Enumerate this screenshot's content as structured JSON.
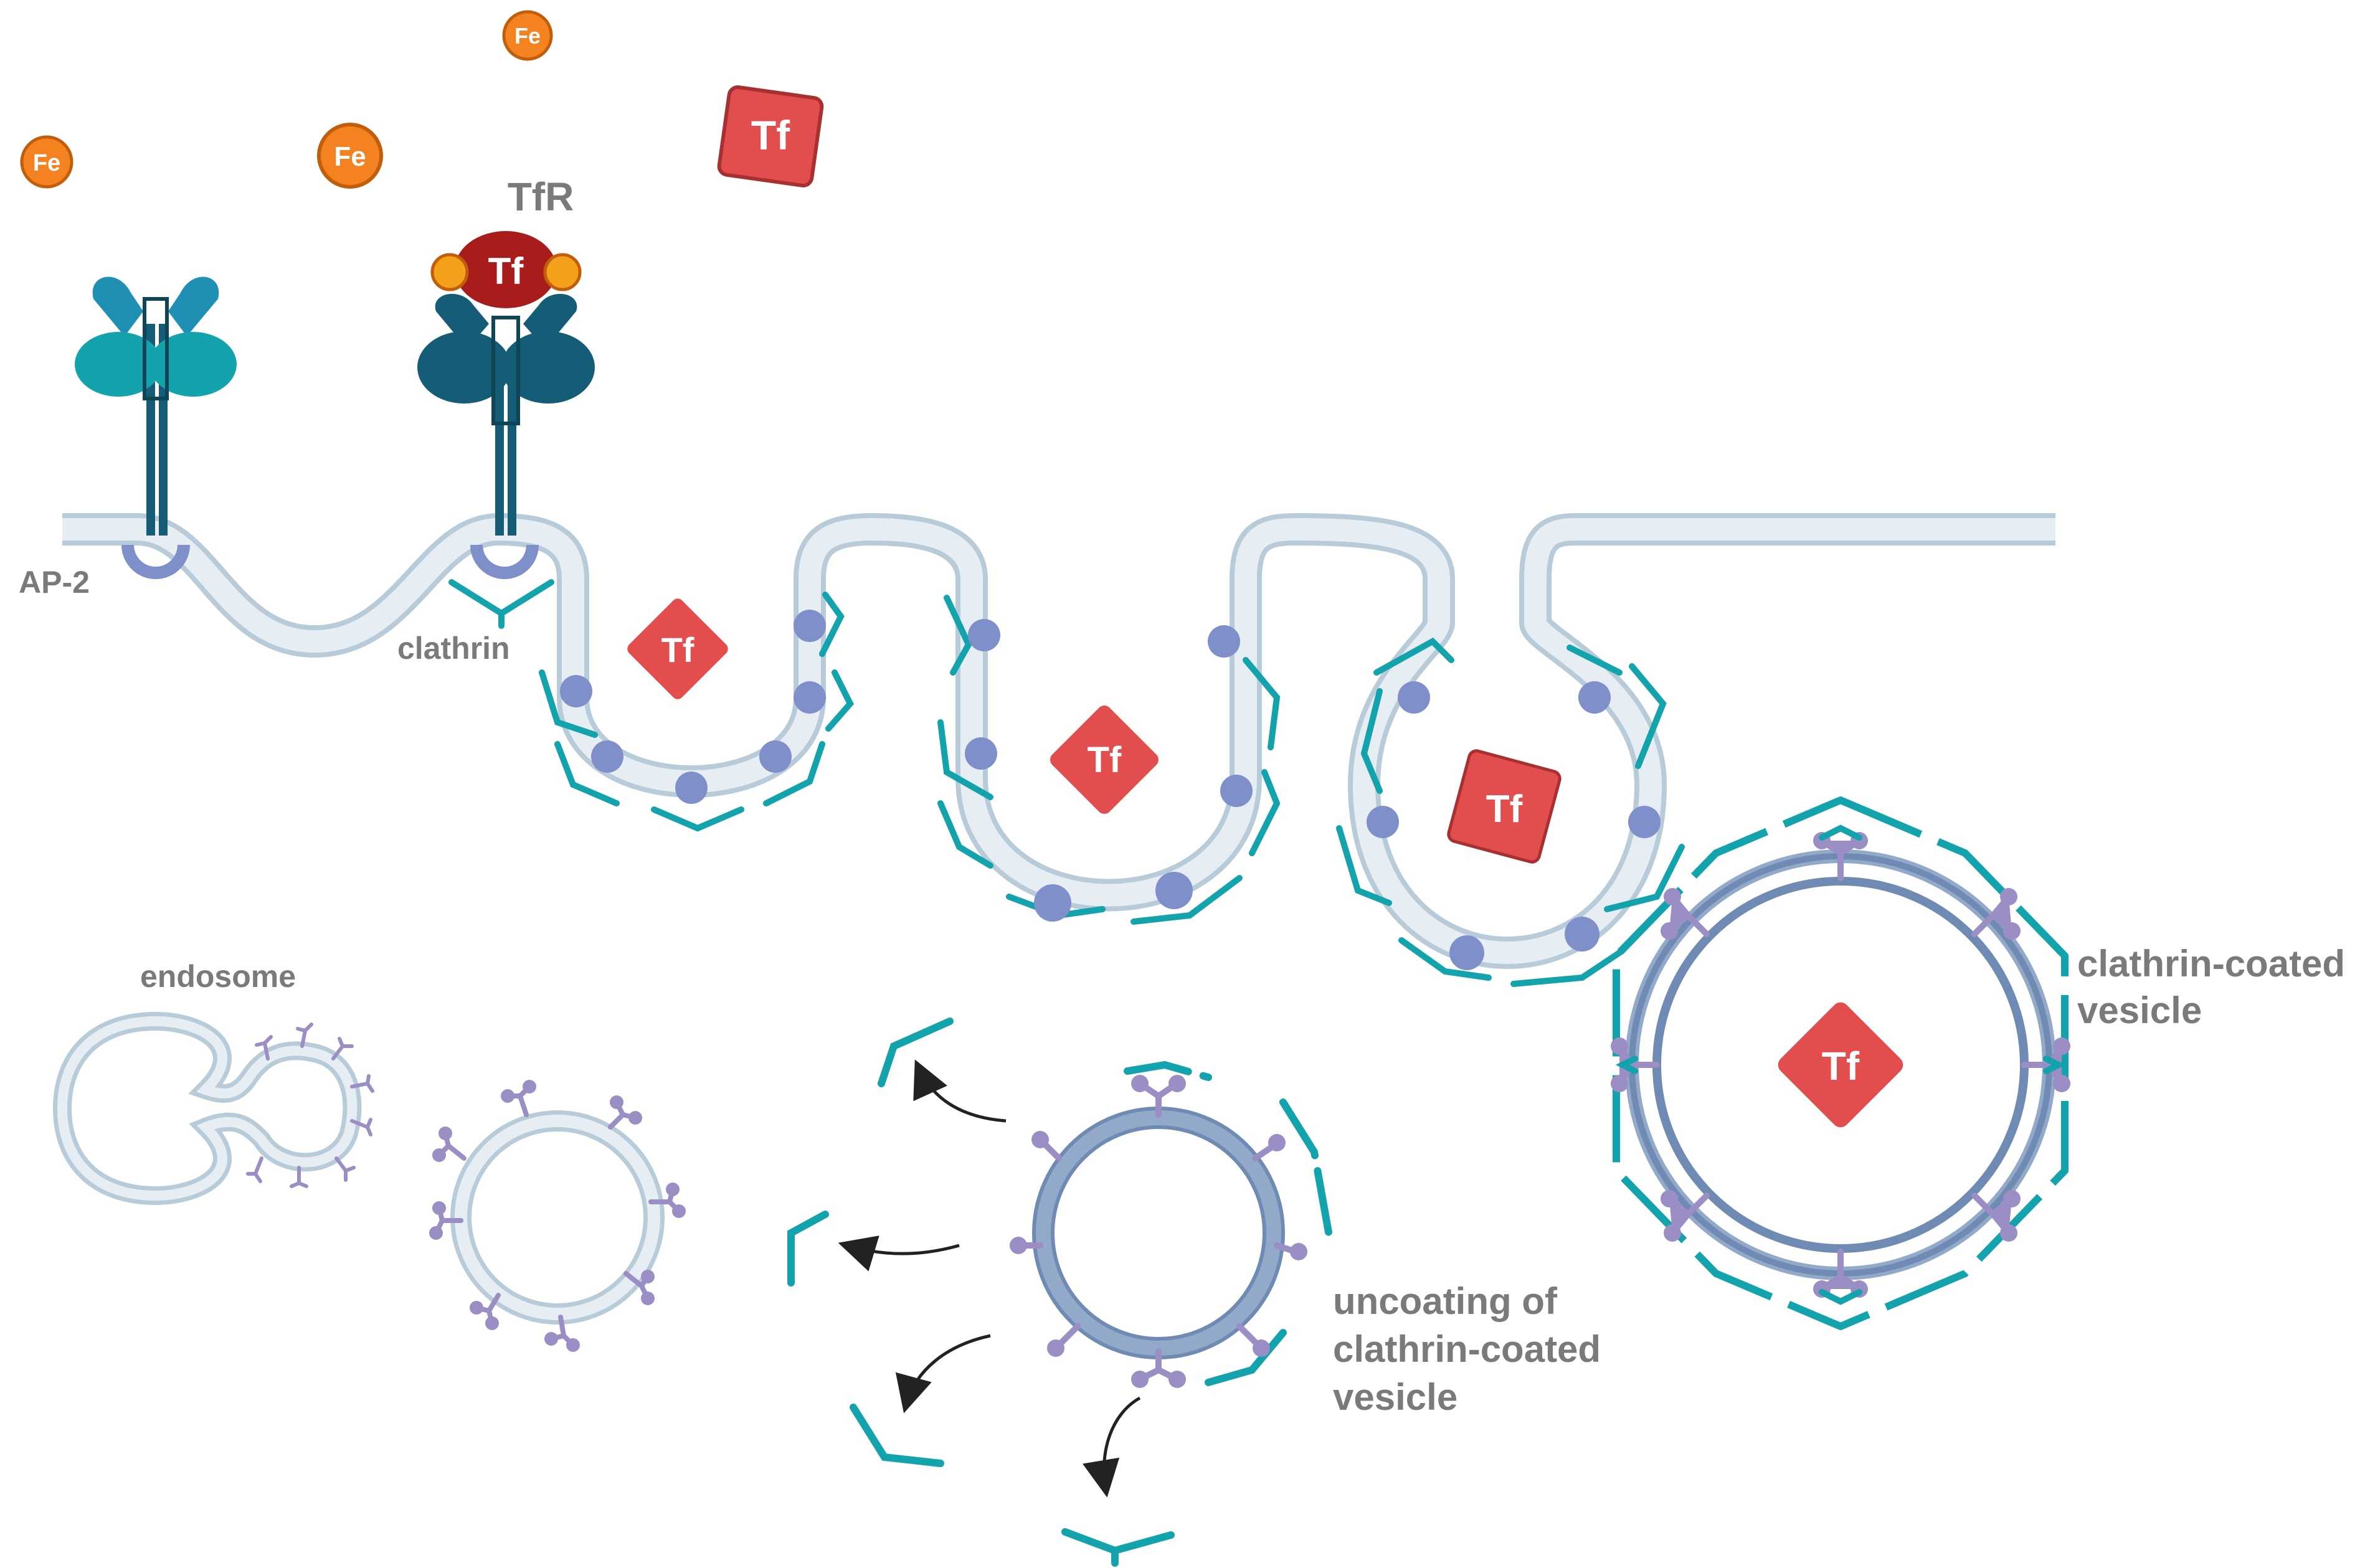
{
  "labels": {
    "tfr": "TfR",
    "ap2": "AP-2",
    "clathrin": "clathrin",
    "endosome": "endosome",
    "coated_vesicle_line1": "clathrin-coated",
    "coated_vesicle_line2": "vesicle",
    "uncoating_line1": "uncoating of",
    "uncoating_line2": "clathrin-coated",
    "uncoating_line3": "vesicle"
  },
  "molecules": {
    "fe": "Fe",
    "tf": "Tf"
  },
  "colors": {
    "membrane_fill": "#dfe9f1",
    "membrane_stroke": "#b8cbd9",
    "clathrin": "#13a3ad",
    "ap2": "#7f8fc9",
    "receptor_dark": "#155c76",
    "receptor_teal": "#13a3ad",
    "tf_box": "#e24e4e",
    "tf_bound": "#a81c1c",
    "fe": "#f58220",
    "purple_protein": "#9b8ec4",
    "vesicle_ring": "#93a9c9",
    "arrow": "#222222",
    "label": "#7a7a7a"
  }
}
